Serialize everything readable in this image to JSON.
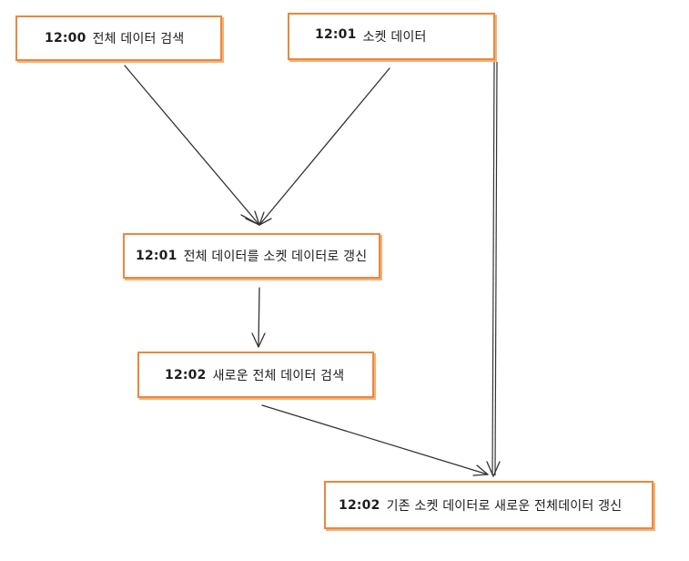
{
  "nodes": [
    {
      "id": "n1",
      "time": "12:00",
      "label": "전체 데이터 검색"
    },
    {
      "id": "n2",
      "time": "12:01",
      "label": "소켓 데이터"
    },
    {
      "id": "n3",
      "time": "12:01",
      "label": "전체 데이터를 소켓 데이터로 갱신"
    },
    {
      "id": "n4",
      "time": "12:02",
      "label": "새로운 전체 데이터 검색"
    },
    {
      "id": "n5",
      "time": "12:02",
      "label": "기존 소켓 데이터로 새로운 전체데이터 갱신"
    }
  ],
  "edges": [
    {
      "from": "n1",
      "to": "n3"
    },
    {
      "from": "n2",
      "to": "n3"
    },
    {
      "from": "n3",
      "to": "n4"
    },
    {
      "from": "n4",
      "to": "n5"
    },
    {
      "from": "n2",
      "to": "n5"
    }
  ],
  "colors": {
    "node_border": "#e9883d",
    "edge": "#333333"
  }
}
